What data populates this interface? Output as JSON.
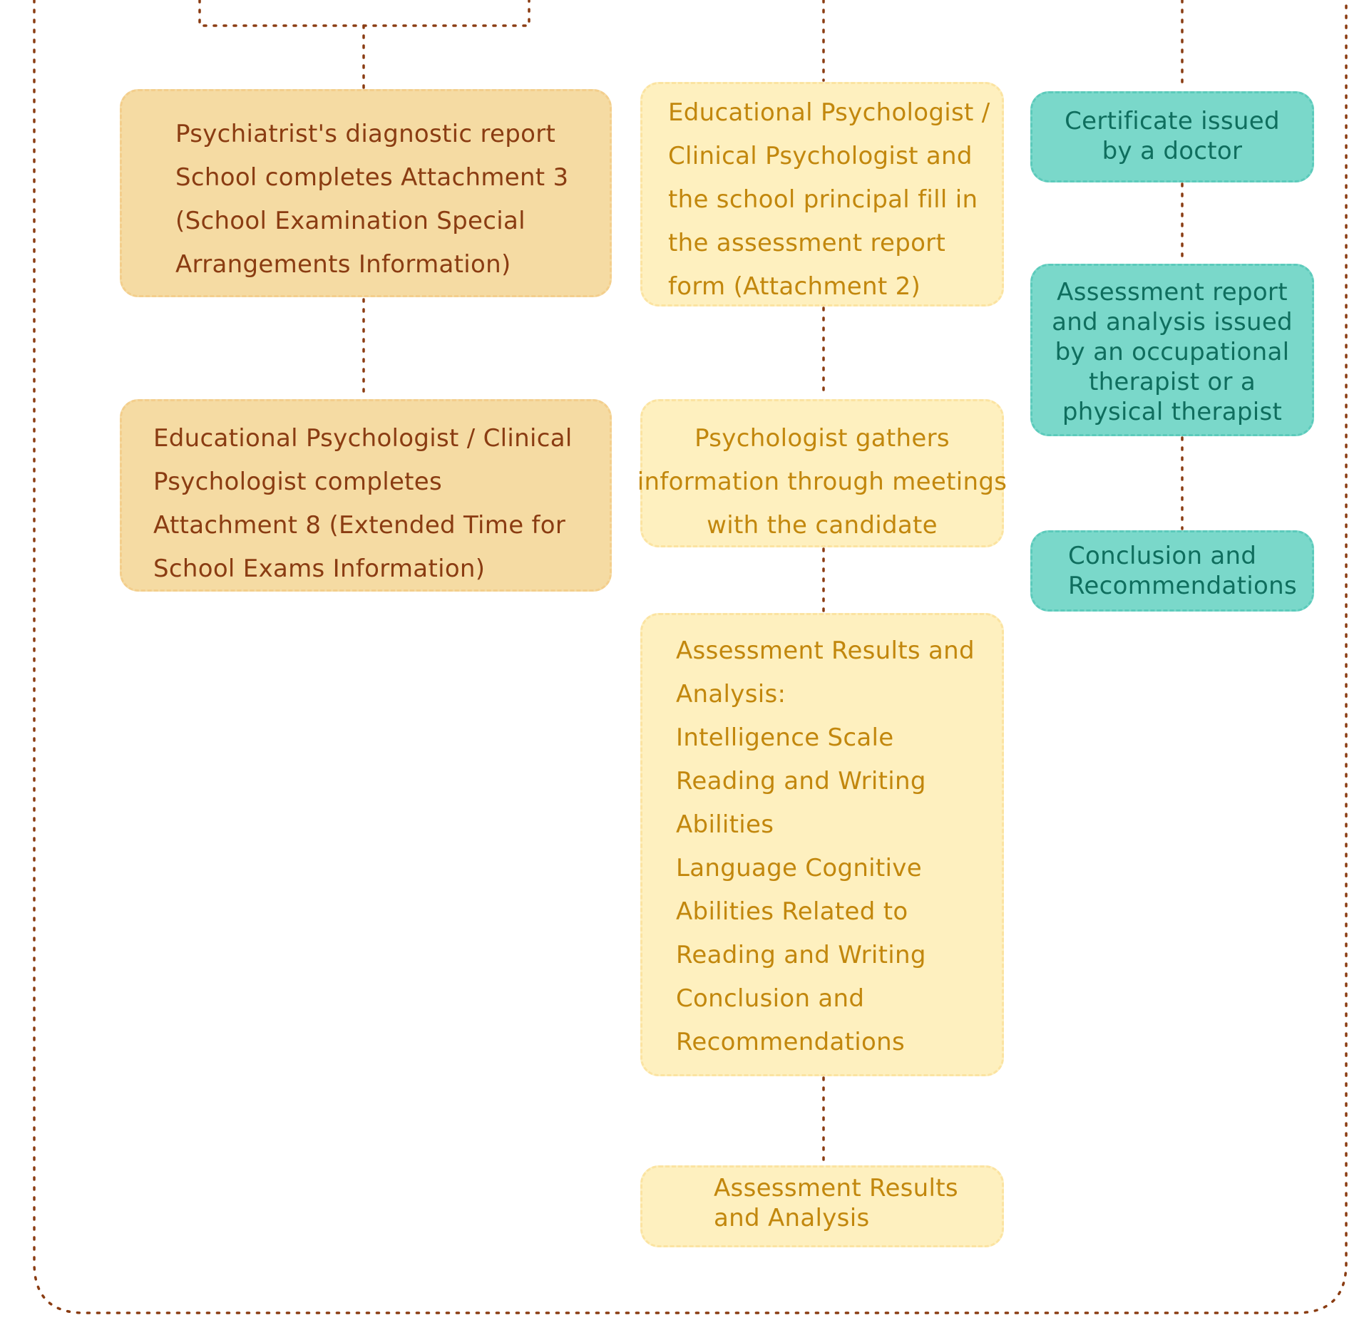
{
  "colors": {
    "connector": "#8a3c12",
    "orange_fill": "#f5dba3",
    "orange_text": "#8a3c12",
    "yellow_fill": "#fef0bf",
    "yellow_text": "#c2870d",
    "teal_fill": "#7ad8ca",
    "teal_text": "#0f6e5e"
  },
  "left_column": {
    "psychiatrist_box": {
      "lines": [
        "Psychiatrist's diagnostic report",
        "School completes Attachment 3",
        "(School Examination Special",
        "Arrangements Information)"
      ]
    },
    "ep_attachment8_box": {
      "lines": [
        "Educational Psychologist / Clinical",
        "Psychologist completes",
        "Attachment 8 (Extended Time for",
        "School Exams Information)"
      ]
    }
  },
  "middle_column": {
    "ep_attachment2_box": {
      "lines": [
        "Educational Psychologist /",
        "Clinical Psychologist and",
        "the school principal fill in",
        "the assessment report",
        "form (Attachment 2)"
      ]
    },
    "gathers_box": {
      "lines": [
        "Psychologist gathers",
        "information through meetings",
        "with the candidate"
      ]
    },
    "results_list_box": {
      "lines": [
        "Assessment Results and",
        "Analysis:",
        "Intelligence Scale",
        "Reading and Writing",
        "Abilities",
        "Language Cognitive",
        "Abilities Related to",
        "Reading and Writing",
        "Conclusion and",
        "Recommendations"
      ]
    },
    "results_short_box": {
      "lines": [
        "Assessment Results",
        "and Analysis"
      ]
    }
  },
  "right_column": {
    "certificate_box": {
      "lines": [
        "Certificate issued",
        "by a doctor"
      ]
    },
    "ot_report_box": {
      "lines": [
        "Assessment report",
        "and analysis issued",
        "by an occupational",
        "therapist or a",
        "physical therapist"
      ]
    },
    "conclusion_box": {
      "lines": [
        "Conclusion and",
        "Recommendations"
      ]
    }
  }
}
